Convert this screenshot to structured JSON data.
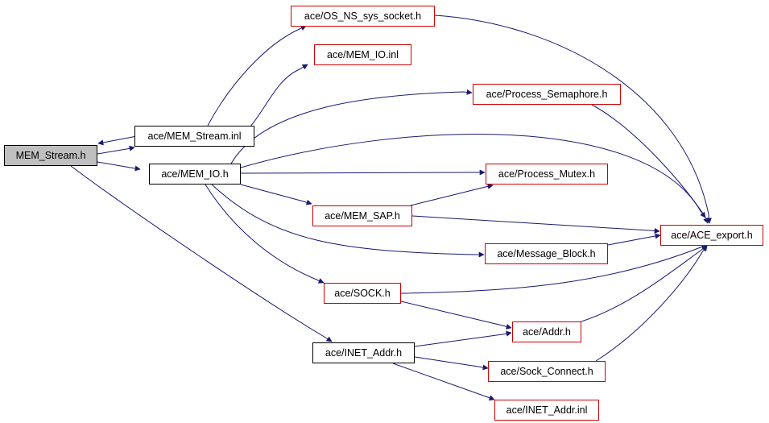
{
  "colors": {
    "edge": "#191970",
    "root_fill": "#bfbfbf",
    "red_border": "#cc0000",
    "black_border": "#000000"
  },
  "nodes": {
    "mem_stream_h": {
      "label": "MEM_Stream.h"
    },
    "mem_stream_inl": {
      "label": "ace/MEM_Stream.inl"
    },
    "mem_io_h": {
      "label": "ace/MEM_IO.h"
    },
    "inet_addr_h": {
      "label": "ace/INET_Addr.h"
    },
    "os_ns_sys_socket_h": {
      "label": "ace/OS_NS_sys_socket.h"
    },
    "mem_io_inl": {
      "label": "ace/MEM_IO.inl"
    },
    "process_semaphore_h": {
      "label": "ace/Process_Semaphore.h"
    },
    "process_mutex_h": {
      "label": "ace/Process_Mutex.h"
    },
    "mem_sap_h": {
      "label": "ace/MEM_SAP.h"
    },
    "message_block_h": {
      "label": "ace/Message_Block.h"
    },
    "sock_h": {
      "label": "ace/SOCK.h"
    },
    "addr_h": {
      "label": "ace/Addr.h"
    },
    "sock_connect_h": {
      "label": "ace/Sock_Connect.h"
    },
    "inet_addr_inl": {
      "label": "ace/INET_Addr.inl"
    },
    "ace_export_h": {
      "label": "ace/ACE_export.h"
    }
  },
  "edges": [
    [
      "mem_stream_h",
      "mem_stream_inl"
    ],
    [
      "mem_stream_inl",
      "mem_stream_h"
    ],
    [
      "mem_stream_h",
      "mem_io_h"
    ],
    [
      "mem_stream_h",
      "inet_addr_h"
    ],
    [
      "mem_stream_inl",
      "os_ns_sys_socket_h"
    ],
    [
      "mem_stream_inl",
      "mem_io_inl"
    ],
    [
      "mem_io_h",
      "process_semaphore_h"
    ],
    [
      "mem_io_h",
      "ace_export_h"
    ],
    [
      "mem_io_h",
      "process_mutex_h"
    ],
    [
      "mem_io_h",
      "mem_sap_h"
    ],
    [
      "mem_io_h",
      "message_block_h"
    ],
    [
      "mem_io_h",
      "sock_h"
    ],
    [
      "os_ns_sys_socket_h",
      "ace_export_h"
    ],
    [
      "process_semaphore_h",
      "ace_export_h"
    ],
    [
      "mem_sap_h",
      "process_mutex_h"
    ],
    [
      "mem_sap_h",
      "ace_export_h"
    ],
    [
      "message_block_h",
      "ace_export_h"
    ],
    [
      "sock_h",
      "ace_export_h"
    ],
    [
      "sock_h",
      "addr_h"
    ],
    [
      "addr_h",
      "ace_export_h"
    ],
    [
      "sock_connect_h",
      "ace_export_h"
    ],
    [
      "inet_addr_h",
      "addr_h"
    ],
    [
      "inet_addr_h",
      "sock_connect_h"
    ],
    [
      "inet_addr_h",
      "inet_addr_inl"
    ]
  ]
}
